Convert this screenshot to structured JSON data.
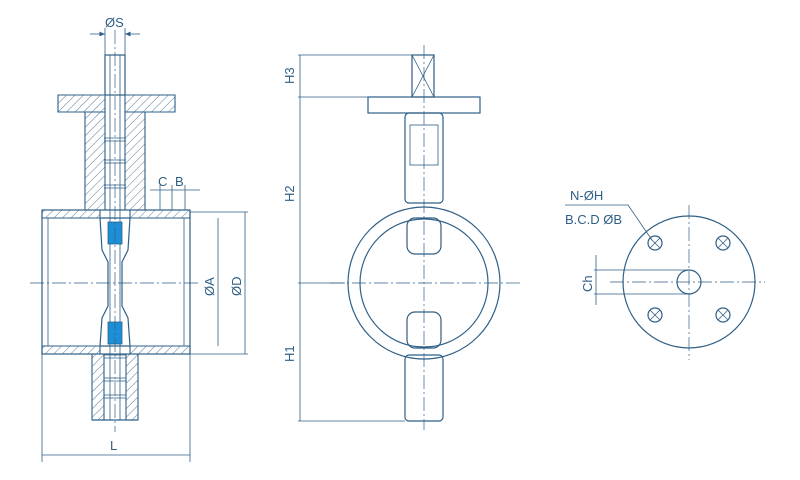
{
  "labels": {
    "shaft_dia": "ØS",
    "cb": "C",
    "b": "B",
    "inner_dia": "ØA",
    "outer_dia": "ØD",
    "length": "L",
    "h3": "H3",
    "h2": "H2",
    "h1": "H1",
    "bolt_holes": "N-ØH",
    "bcd": "B.C.D ØB",
    "ch": "Ch"
  },
  "colors": {
    "line": "#2f5f86",
    "seal": "#1e8fd6"
  }
}
